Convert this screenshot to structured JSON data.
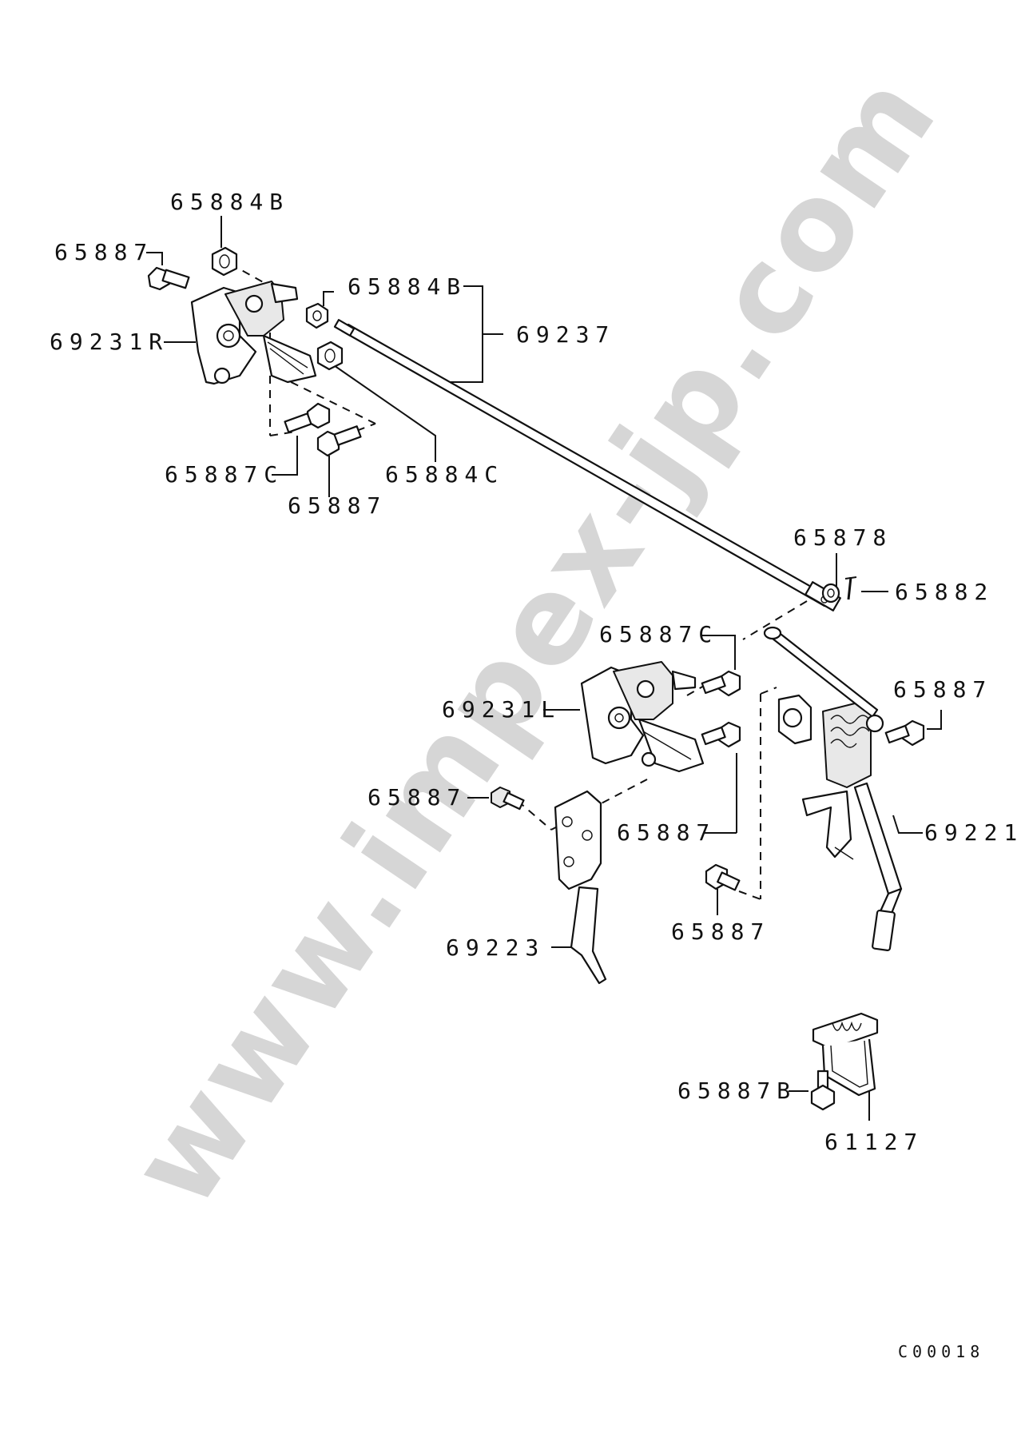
{
  "watermark": "www.impex-jp.com",
  "diagram_code": "C00018",
  "labels": {
    "bolt_top_left": "65887",
    "nut_top": "65884B",
    "nut_mid": "65884B",
    "rod": "69237",
    "bracket_right": "69231R",
    "bolt_c_top": "65887C",
    "bolt_mid_top": "65887",
    "nut_c": "65884C",
    "washer": "65878",
    "pin": "65882",
    "bolt_c_mid": "65887C",
    "bracket_left": "69231L",
    "bolt_right": "65887",
    "bolt_left": "65887",
    "bolt_center": "65887",
    "lever": "69221",
    "bolt_bottom": "65887",
    "pedal": "69223",
    "bolt_b": "65887B",
    "spring_bracket": "61127"
  }
}
